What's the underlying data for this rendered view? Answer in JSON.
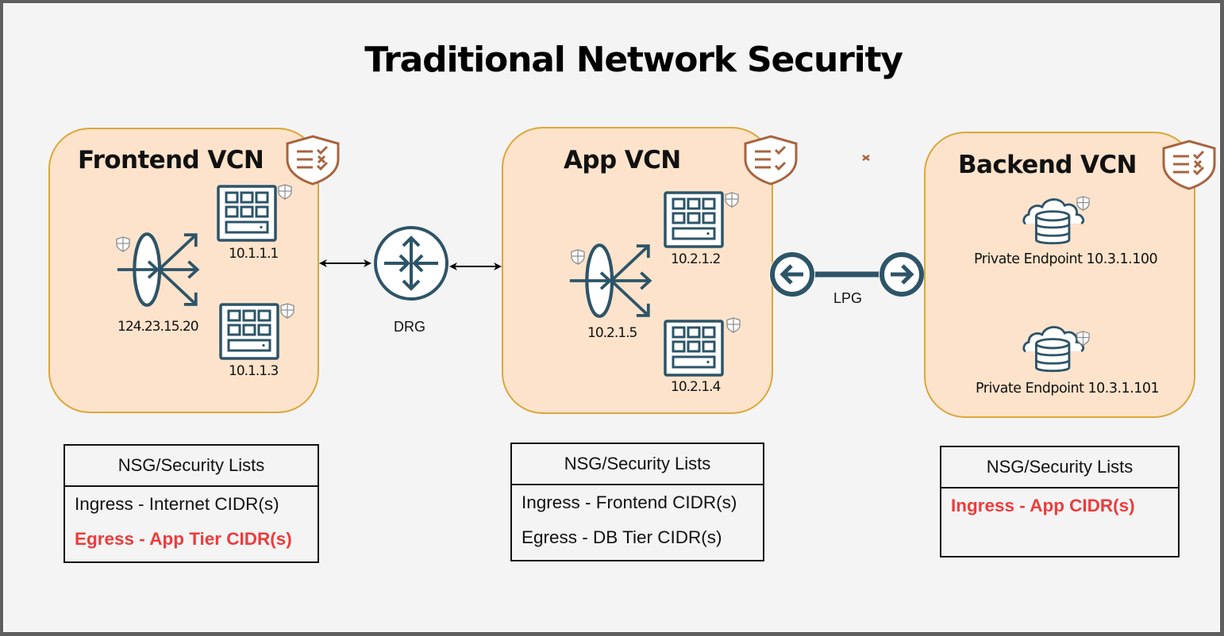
{
  "title": "Traditional Network Security",
  "colors": {
    "vcn_fill": "#fde3cb",
    "vcn_border": "#dca73a",
    "icon_stroke": "#2d5468",
    "shield_stroke": "#a8643f",
    "highlight_text": "#ee3b3b"
  },
  "vcns": [
    {
      "name": "Frontend VCN",
      "security_icon": "security-list-shield-icon",
      "load_balancer": {
        "icon": "load-balancer-icon",
        "ip": "124.23.15.20"
      },
      "instances": [
        {
          "icon": "compute-instance-icon",
          "ip": "10.1.1.1"
        },
        {
          "icon": "compute-instance-icon",
          "ip": "10.1.1.3"
        }
      ],
      "nsg": {
        "header": "NSG/Security Lists",
        "rules": [
          {
            "text": "Ingress - Internet CIDR(s)",
            "highlight": false
          },
          {
            "text": "Egress - App Tier CIDR(s)",
            "highlight": true
          }
        ]
      }
    },
    {
      "name": "App VCN",
      "security_icon": "security-list-shield-icon",
      "load_balancer": {
        "icon": "load-balancer-icon",
        "ip": "10.2.1.5"
      },
      "instances": [
        {
          "icon": "compute-instance-icon",
          "ip": "10.2.1.2"
        },
        {
          "icon": "compute-instance-icon",
          "ip": "10.2.1.4"
        }
      ],
      "nsg": {
        "header": "NSG/Security Lists",
        "rules": [
          {
            "text": "Ingress - Frontend CIDR(s)",
            "highlight": false
          },
          {
            "text": "Egress - DB Tier CIDR(s)",
            "highlight": false
          }
        ]
      }
    },
    {
      "name": "Backend VCN",
      "security_icon": "security-list-shield-icon",
      "endpoints": [
        {
          "icon": "cloud-database-icon",
          "label": "Private Endpoint 10.3.1.100"
        },
        {
          "icon": "cloud-database-icon",
          "label": "Private Endpoint 10.3.1.101"
        }
      ],
      "nsg": {
        "header": "NSG/Security Lists",
        "rules": [
          {
            "text": "Ingress - App CIDR(s)",
            "highlight": true
          }
        ]
      }
    }
  ],
  "gateways": {
    "drg": {
      "label": "DRG",
      "icon": "router-icon"
    },
    "lpg": {
      "label": "LPG",
      "icon": "peering-gateway-icon"
    }
  }
}
